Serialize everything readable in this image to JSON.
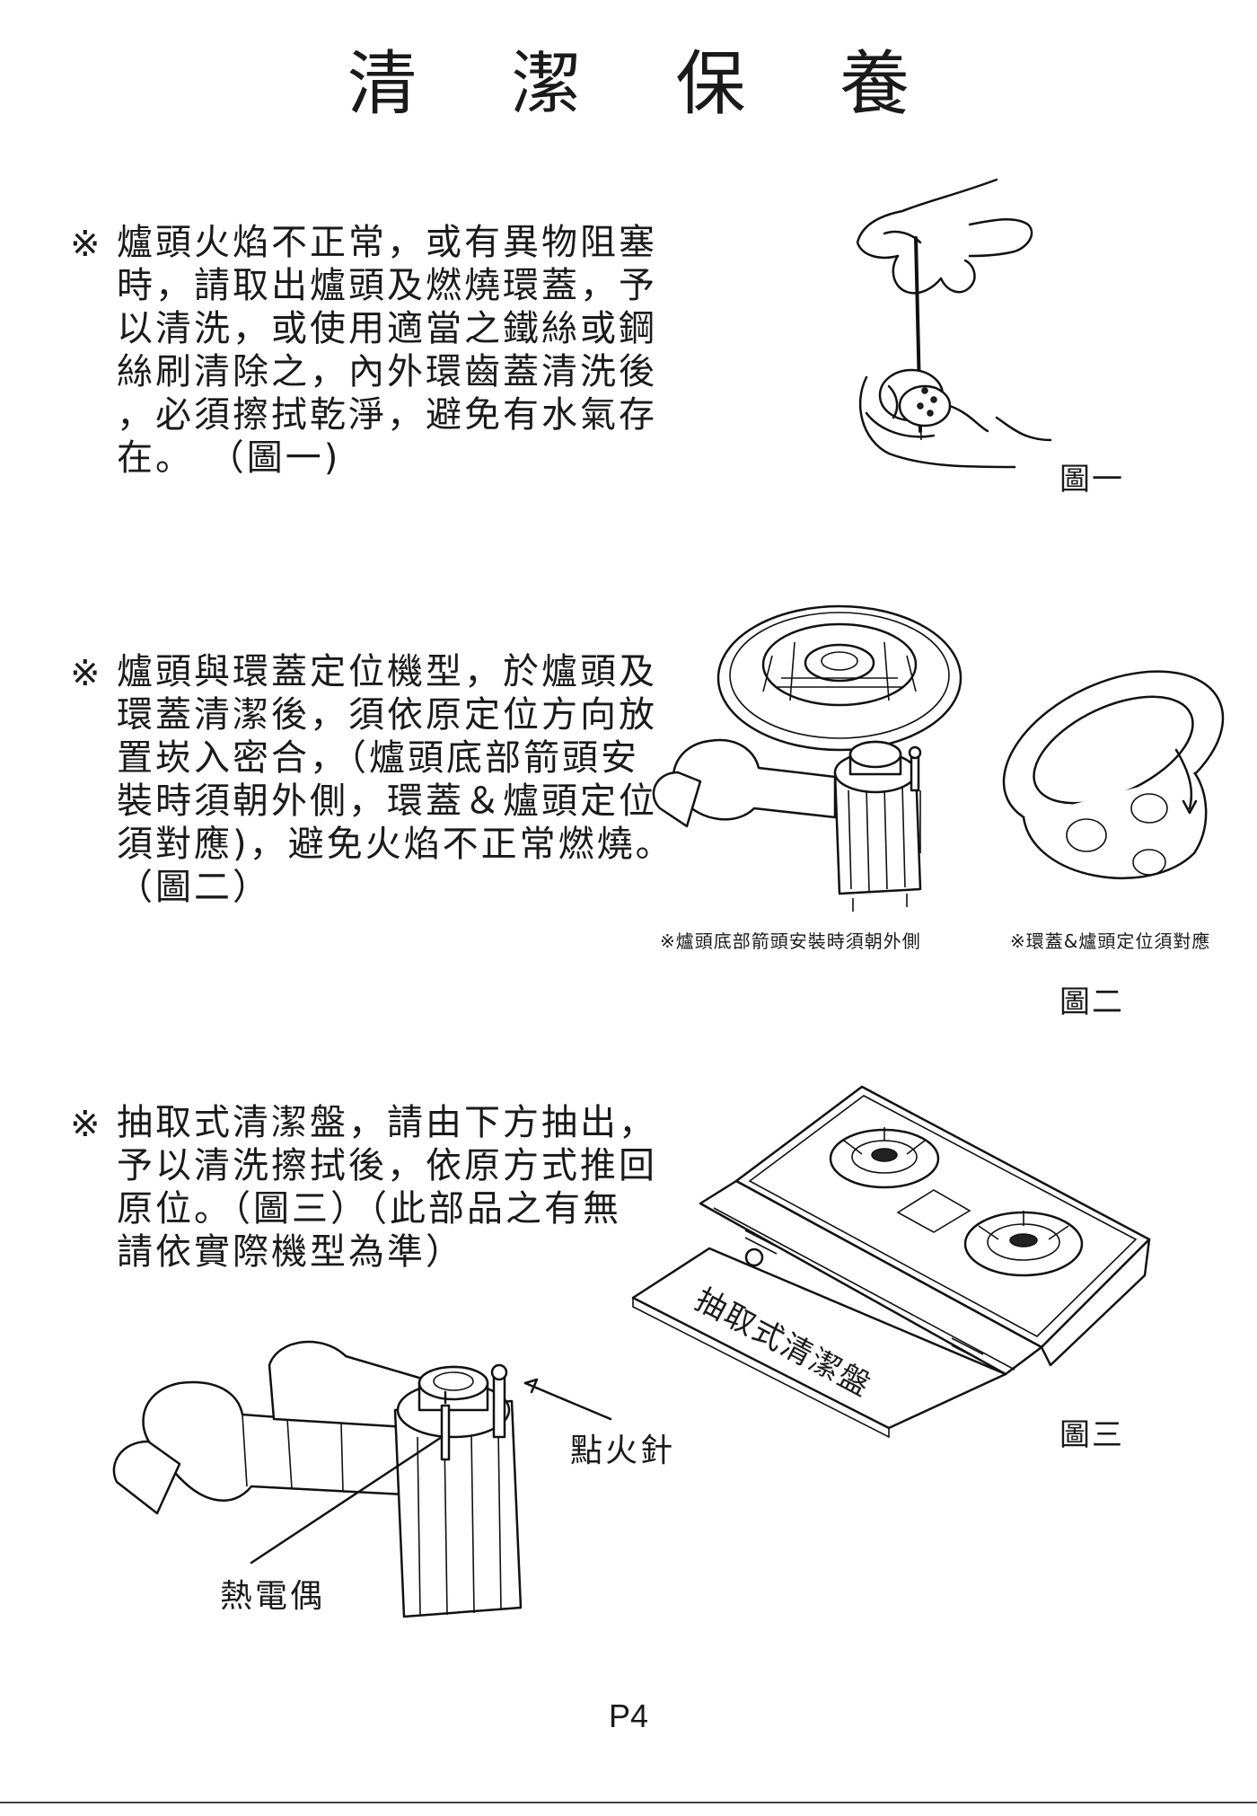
{
  "title": "清 潔 保 養",
  "sections": [
    {
      "mark": "※",
      "lines": [
        "爐頭火焰不正常，或有異物阻塞",
        "時，請取出爐頭及燃燒環蓋，予",
        "以清洗，或使用適當之鐵絲或鋼",
        "絲刷清除之，內外環齒蓋清洗後",
        "，必須擦拭乾淨，避免有水氣存",
        "在。 （圖一)"
      ]
    },
    {
      "mark": "※",
      "lines": [
        "爐頭與環蓋定位機型，於爐頭及",
        "環蓋清潔後，須依原定位方向放",
        "置崁入密合，（爐頭底部箭頭安",
        "裝時須朝外側，環蓋＆爐頭定位",
        "須對應)，避免火焰不正常燃燒。",
        "（圖二）"
      ]
    },
    {
      "mark": "※",
      "lines": [
        "抽取式清潔盤，請由下方抽出，",
        "予以清洗擦拭後，依原方式推回",
        "原位。（圖三）（此部品之有無",
        "請依實際機型為準）"
      ]
    }
  ],
  "figures": {
    "fig1_label": "圖一",
    "fig2_label": "圖二",
    "fig2_note_left": "※爐頭底部箭頭安裝時須朝外側",
    "fig2_note_right": "※環蓋&爐頭定位須對應",
    "fig3_label": "圖三",
    "fig3_tray_label": "抽取式清潔盤",
    "callout_igniter": "點火針",
    "callout_thermocouple": "熱電偶"
  },
  "page_number": "P4"
}
